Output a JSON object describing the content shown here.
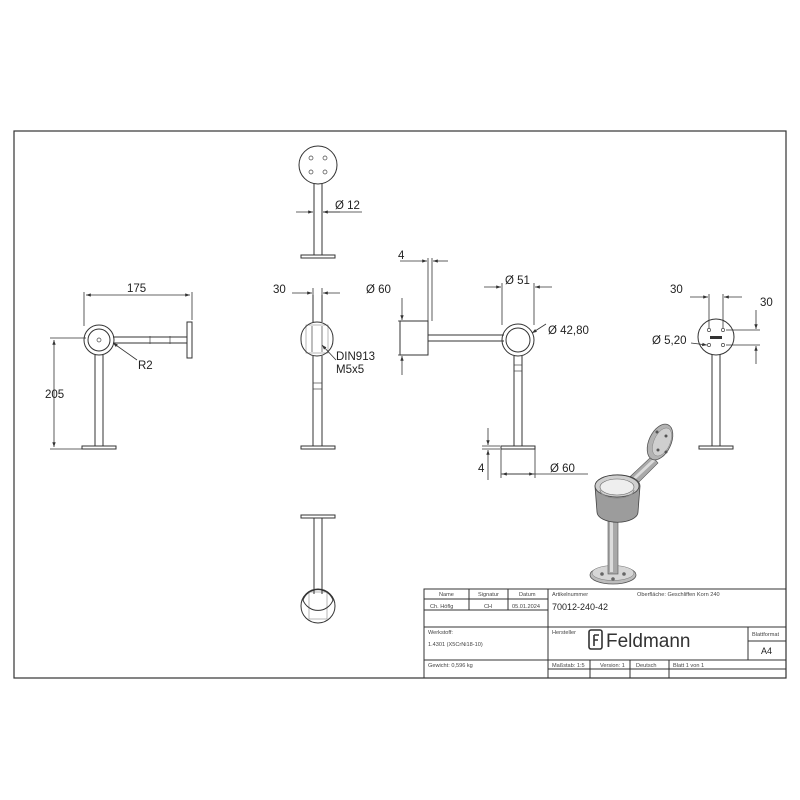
{
  "colors": {
    "line": "#333333",
    "background": "#ffffff",
    "shade": "#9a9a9a"
  },
  "dimensions": {
    "front_width": "175",
    "front_height": "205",
    "radius": "R2",
    "top_rod_diameter": "Ø 12",
    "side_offset": "30",
    "screw_standard": "DIN913",
    "screw_size": "M5x5",
    "flange_thickness_top": "4",
    "flange_diameter_side": "Ø 60",
    "ring_outer": "Ø 51",
    "ring_inner": "Ø 42,80",
    "base_thickness": "4",
    "base_diameter": "Ø 60",
    "right_offset_h": "30",
    "right_offset_v": "30",
    "hole_diameter": "Ø 5,20"
  },
  "title_block": {
    "col_name": "Name",
    "col_signature": "Signatur",
    "col_date": "Datum",
    "article_label": "Artikelnummer",
    "surface": "Oberfläche:  Geschliffen Korn 240",
    "article_number": "70012-240-42",
    "row_name": "Ch. Höflg",
    "row_signature": "CH",
    "row_date": "05.01.2024",
    "material_label": "Werkstoff:",
    "material_value": "1.4301 (X5CrNi18-10)",
    "manufacturer_label": "Hersteller",
    "brand": "Feldmann",
    "sheet_format_label": "Blattformat",
    "sheet_format": "A4",
    "weight": "Gewicht: 0,596 kg",
    "scale": "Maßstab: 1:5",
    "version": "Version: 1",
    "language": "Deutsch",
    "sheet": "Blatt 1 von 1"
  }
}
